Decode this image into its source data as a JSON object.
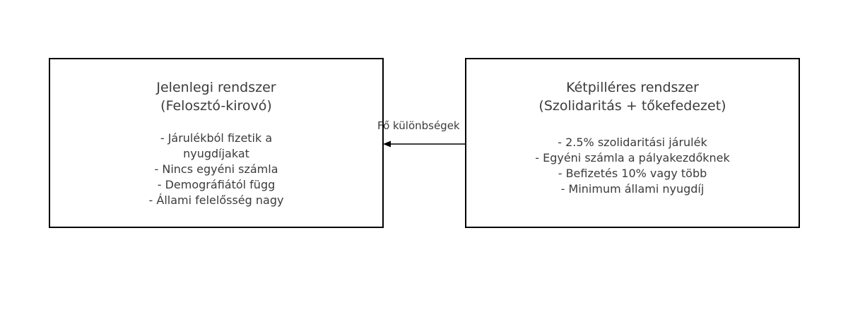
{
  "diagram": {
    "background_color": "#ffffff",
    "border_color": "#000000",
    "text_color": "#3b3b3b",
    "nodes": [
      {
        "id": "current-system",
        "title_lines": [
          "Jelenlegi rendszer",
          "(Felosztó-kirovó)"
        ],
        "bullets": [
          "- Járulékból fizetik a nyugdíjakat",
          "- Nincs egyéni számla",
          "- Demográfiától függ",
          "- Állami felelősség nagy"
        ]
      },
      {
        "id": "two-pillar-system",
        "title_lines": [
          "Kétpilléres rendszer",
          "(Szolidaritás + tőkefedezet)"
        ],
        "bullets": [
          "- 2.5% szolidaritási járulék",
          "- Egyéni számla a pályakezdőknek",
          "- Befizetés 10% vagy több",
          "- Minimum állami nyugdíj"
        ]
      }
    ],
    "connector": {
      "label": "Fő különbségek",
      "direction": "right-to-left",
      "arrow_color": "#000000"
    }
  }
}
